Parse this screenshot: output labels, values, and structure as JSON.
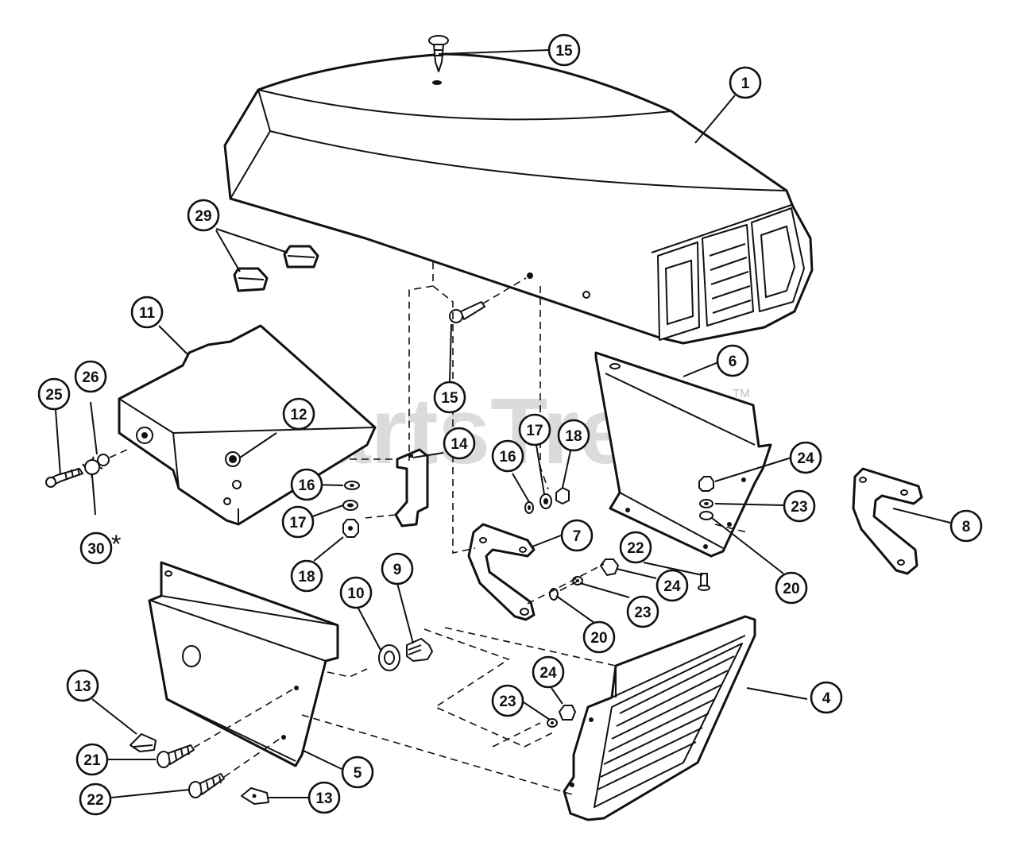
{
  "watermark": {
    "text": "PartsTree",
    "trademark": "TM"
  },
  "note_symbol": "*",
  "callouts": [
    {
      "id": "c1",
      "label": "1"
    },
    {
      "id": "c4",
      "label": "4"
    },
    {
      "id": "c5",
      "label": "5"
    },
    {
      "id": "c6",
      "label": "6"
    },
    {
      "id": "c7",
      "label": "7"
    },
    {
      "id": "c8",
      "label": "8"
    },
    {
      "id": "c9",
      "label": "9"
    },
    {
      "id": "c10",
      "label": "10"
    },
    {
      "id": "c11",
      "label": "11"
    },
    {
      "id": "c12",
      "label": "12"
    },
    {
      "id": "c13a",
      "label": "13"
    },
    {
      "id": "c13b",
      "label": "13"
    },
    {
      "id": "c14",
      "label": "14"
    },
    {
      "id": "c15a",
      "label": "15"
    },
    {
      "id": "c15b",
      "label": "15"
    },
    {
      "id": "c16a",
      "label": "16"
    },
    {
      "id": "c16b",
      "label": "16"
    },
    {
      "id": "c17a",
      "label": "17"
    },
    {
      "id": "c17b",
      "label": "17"
    },
    {
      "id": "c18a",
      "label": "18"
    },
    {
      "id": "c18b",
      "label": "18"
    },
    {
      "id": "c20a",
      "label": "20"
    },
    {
      "id": "c20b",
      "label": "20"
    },
    {
      "id": "c21",
      "label": "21"
    },
    {
      "id": "c22a",
      "label": "22"
    },
    {
      "id": "c22b",
      "label": "22"
    },
    {
      "id": "c23a",
      "label": "23"
    },
    {
      "id": "c23b",
      "label": "23"
    },
    {
      "id": "c23c",
      "label": "23"
    },
    {
      "id": "c24a",
      "label": "24"
    },
    {
      "id": "c24b",
      "label": "24"
    },
    {
      "id": "c24c",
      "label": "24"
    },
    {
      "id": "c25",
      "label": "25"
    },
    {
      "id": "c26",
      "label": "26"
    },
    {
      "id": "c29",
      "label": "29"
    },
    {
      "id": "c30",
      "label": "30"
    }
  ]
}
